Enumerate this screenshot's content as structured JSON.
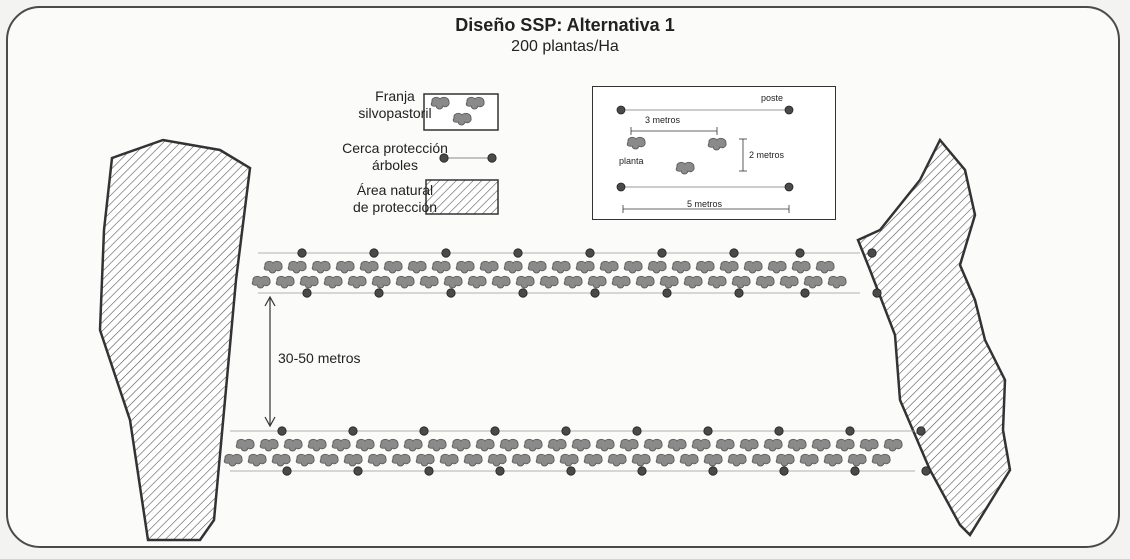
{
  "title": "Diseño SSP: Alternativa 1",
  "subtitle": "200 plantas/Ha",
  "legend": {
    "franja": "Franja\nsilvopastoril",
    "cerca": "Cerca protección\nárboles",
    "area": "Área natural\nde protección"
  },
  "inset": {
    "poste": "poste",
    "planta": "planta",
    "metros3": "3 metros",
    "metros2": "2 metros",
    "metros5": "5 metros"
  },
  "range_label": "30-50 metros",
  "colors": {
    "plant": "#8a8a8a",
    "post": "#4a4a4a",
    "outline": "#333333"
  }
}
